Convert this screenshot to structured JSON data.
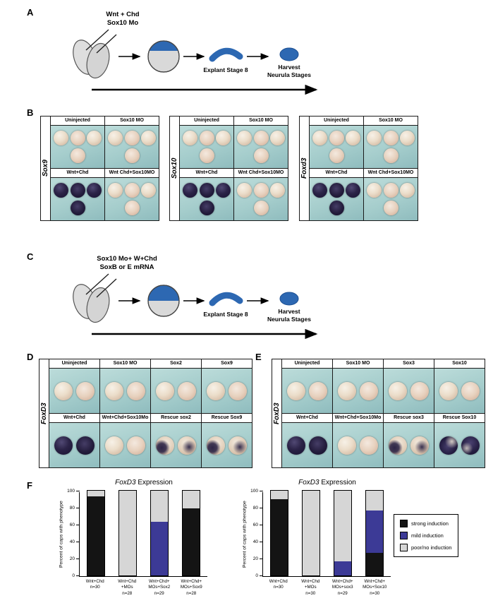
{
  "panels": {
    "A": {
      "label": "A",
      "injection_label_line1": "Wnt + Chd",
      "injection_label_line2": "Sox10 Mo",
      "explant_label": "Explant Stage 8",
      "harvest_label_line1": "Harvest",
      "harvest_label_line2": "Neurula Stages"
    },
    "B": {
      "label": "B",
      "blots": [
        {
          "gene": "Sox9",
          "rows": [
            {
              "headers": [
                "Uninjected",
                "Sox10 MO"
              ],
              "cells": [
                "pale",
                "pale"
              ],
              "embryos_per_cell": 4
            },
            {
              "headers": [
                "Wnt+Chd",
                "Wnt Chd+Sox10MO"
              ],
              "cells": [
                "dark",
                "pale"
              ],
              "embryos_per_cell": 4
            }
          ]
        },
        {
          "gene": "Sox10",
          "rows": [
            {
              "headers": [
                "Uninjected",
                "Sox10 MO"
              ],
              "cells": [
                "pale",
                "pale"
              ],
              "embryos_per_cell": 4
            },
            {
              "headers": [
                "Wnt+Chd",
                "Wnt Chd+Sox10MO"
              ],
              "cells": [
                "dark",
                "pale"
              ],
              "embryos_per_cell": 4
            }
          ]
        },
        {
          "gene": "Foxd3",
          "rows": [
            {
              "headers": [
                "Uninjected",
                "Sox10 MO"
              ],
              "cells": [
                "pale",
                "pale"
              ],
              "embryos_per_cell": 4
            },
            {
              "headers": [
                "Wnt+Chd",
                "Wnt Chd+Sox10MO"
              ],
              "cells": [
                "dark",
                "pale"
              ],
              "embryos_per_cell": 4
            }
          ]
        }
      ]
    },
    "C": {
      "label": "C",
      "injection_label_line1": "Sox10 Mo+ W+Chd",
      "injection_label_line2": "SoxB or E mRNA",
      "explant_label": "Explant Stage 8",
      "harvest_label_line1": "Harvest",
      "harvest_label_line2": "Neurula Stages"
    },
    "D": {
      "label": "D",
      "blot": {
        "gene": "FoxD3",
        "rows": [
          {
            "headers": [
              "Uninjected",
              "Sox10 MO",
              "Sox2",
              "Sox9"
            ],
            "cells": [
              "pale",
              "pale",
              "pale",
              "pale"
            ],
            "embryos_per_cell": 2
          },
          {
            "headers": [
              "Wnt+Chd",
              "Wnt+Chd+Sox10Mo",
              "Rescue sox2",
              "Rescue Sox9"
            ],
            "cells": [
              "dark",
              "pale",
              "mixed",
              "mixed"
            ],
            "embryos_per_cell": 2
          }
        ]
      }
    },
    "E": {
      "label": "E",
      "blot": {
        "gene": "FoxD3",
        "rows": [
          {
            "headers": [
              "Uninjected",
              "Sox10 MO",
              "Sox3",
              "Sox10"
            ],
            "cells": [
              "pale",
              "pale",
              "pale",
              "pale"
            ],
            "embryos_per_cell": 2
          },
          {
            "headers": [
              "Wnt+Chd",
              "Wnt+Chd+Sox10Mo",
              "Rescue sox3",
              "Rescue Sox10"
            ],
            "cells": [
              "dark",
              "pale",
              "mixed",
              "mixeddark"
            ],
            "embryos_per_cell": 2
          }
        ]
      }
    },
    "F": {
      "label": "F"
    }
  },
  "chart_data": [
    {
      "type": "bar",
      "stacked": true,
      "title_italic": "FoxD3",
      "title_rest": " Expression",
      "ylabel": "Percent of caps with phenotype",
      "xlabel": "",
      "ylim": [
        0,
        100
      ],
      "yticks": [
        0,
        20,
        40,
        60,
        80,
        100
      ],
      "grid": false,
      "categories": [
        "Wnt+Chd\nn=30",
        "Wnt+Chd\n+MOs\nn=28",
        "Wnt+Chd+\nMOs+Sox2\nn=29",
        "Wnt+Chd+\nMOs+Sox9\nn=28"
      ],
      "series": [
        {
          "name": "strong induction",
          "color": "#141414",
          "values": [
            93,
            0,
            0,
            79
          ]
        },
        {
          "name": "mild induction",
          "color": "#3c3a96",
          "values": [
            0,
            0,
            63,
            0
          ]
        },
        {
          "name": "poor/no induction",
          "color": "#d6d6d6",
          "values": [
            7,
            100,
            37,
            21
          ]
        }
      ]
    },
    {
      "type": "bar",
      "stacked": true,
      "title_italic": "FoxD3",
      "title_rest": " Expression",
      "ylabel": "Percent of caps with phenotype",
      "xlabel": "",
      "ylim": [
        0,
        100
      ],
      "yticks": [
        0,
        20,
        40,
        60,
        80,
        100
      ],
      "grid": false,
      "categories": [
        "Wnt+Chd\nn=30",
        "Wnt+Chd\n+MOs\nn=30",
        "Wnt+Chd+\nMOs+sox3\nn=29",
        "Wnt+Chd+\nMOs+Sox10\nn=30"
      ],
      "series": [
        {
          "name": "strong induction",
          "color": "#141414",
          "values": [
            90,
            0,
            0,
            27
          ]
        },
        {
          "name": "mild induction",
          "color": "#3c3a96",
          "values": [
            0,
            0,
            17,
            50
          ]
        },
        {
          "name": "poor/no induction",
          "color": "#d6d6d6",
          "values": [
            10,
            100,
            83,
            23
          ]
        }
      ]
    }
  ],
  "legend": {
    "items": [
      {
        "label": "strong induction",
        "color": "#141414"
      },
      {
        "label": "mild induction",
        "color": "#3c3a96"
      },
      {
        "label": "poor/no induction",
        "color": "#d6d6d6"
      }
    ]
  }
}
